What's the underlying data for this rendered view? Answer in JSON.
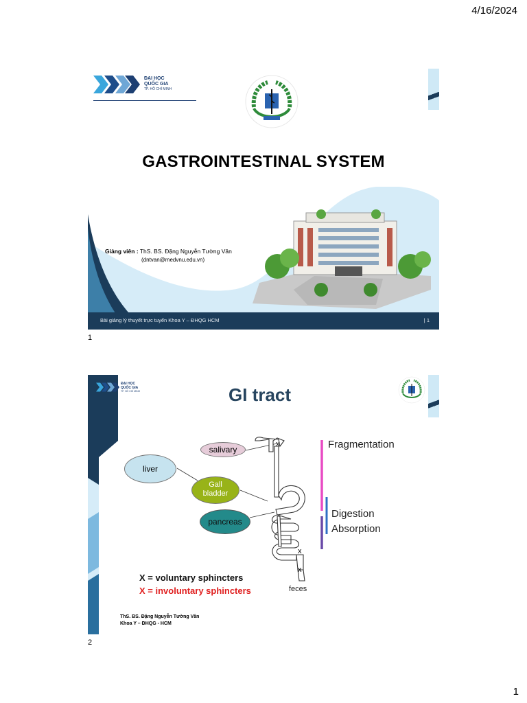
{
  "header": {
    "date": "4/16/2024"
  },
  "footer": {
    "page_number": "1"
  },
  "slide1": {
    "number": "1",
    "title": "GASTROINTESTINAL SYSTEM",
    "logo_lines": [
      "ĐẠI HỌC",
      "QUỐC GIA",
      "TP. HỒ CHÍ MINH"
    ],
    "lecturer_label": "Giảng viên :",
    "lecturer_name": " ThS. BS. Đặng Nguyễn Tường Vân",
    "email": "(dntvan@medvnu.edu.vn)",
    "footer_text": "Bài giảng lý thuyết trực tuyến Khoa Y – ĐHQG HCM",
    "footer_page": "| 1"
  },
  "slide2": {
    "number": "2",
    "title": "GI tract",
    "logo_lines": [
      "ĐẠI HỌC",
      "QUỐC GIA",
      "TP. HỒ CHÍ MINH"
    ],
    "labels": {
      "salivary": "salivary",
      "liver": "liver",
      "gall": "Gall",
      "bladder": "bladder",
      "pancreas": "pancreas",
      "feces": "feces",
      "fragmentation": "Fragmentation",
      "digestion": "Digestion",
      "absorption": "Absorption"
    },
    "legend": {
      "voluntary": "X = voluntary sphincters",
      "involuntary": "X = involuntary sphincters"
    },
    "author_line1": "ThS. BS. Đặng Nguyễn Tường Vân",
    "author_line2": "Khoa Y – ĐHQG - HCM"
  },
  "colors": {
    "navy": "#1b3c5a",
    "sky": "#d6ecf8",
    "liver": "#c6e3ef",
    "gall": "#98b318",
    "pancreas": "#238a8a",
    "salivary": "#e6ccd9",
    "pink_bar": "#e84bc4",
    "blue_bar": "#2f6fc4",
    "purple_bar": "#6a4aa8"
  }
}
